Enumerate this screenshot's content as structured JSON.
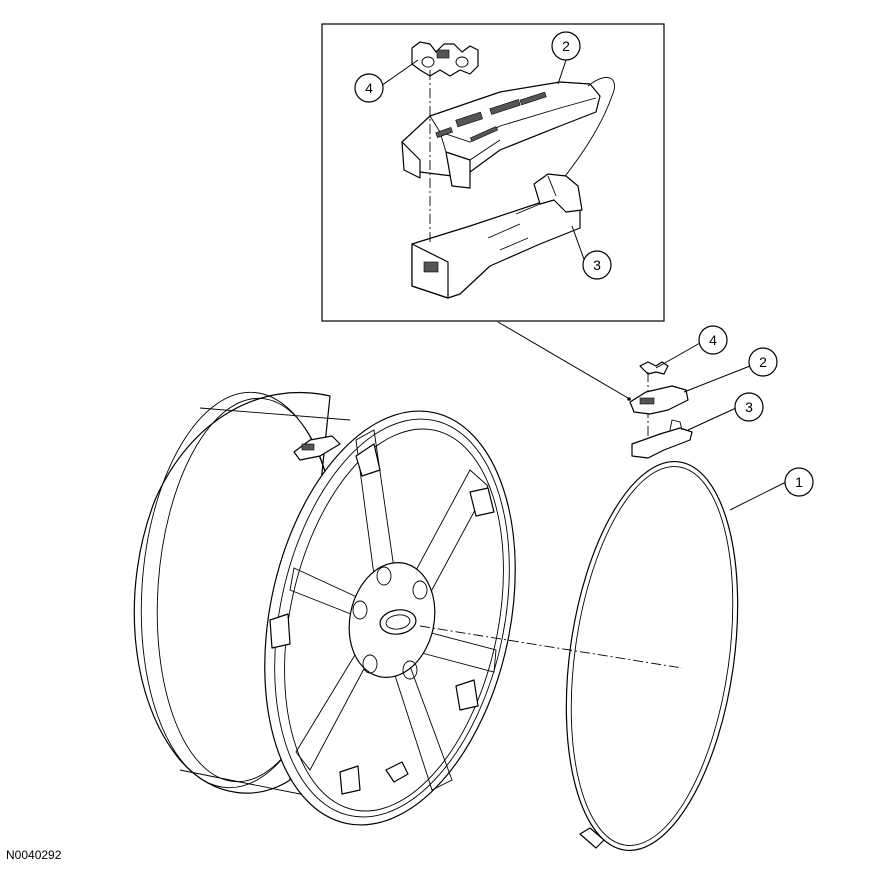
{
  "figure_id": "N0040292",
  "callouts": {
    "c1": "1",
    "c2_detail": "2",
    "c3_detail": "3",
    "c4_detail": "4",
    "c2_main": "2",
    "c3_main": "3",
    "c4_main": "4"
  },
  "colors": {
    "line": "#000000",
    "background": "#ffffff"
  }
}
